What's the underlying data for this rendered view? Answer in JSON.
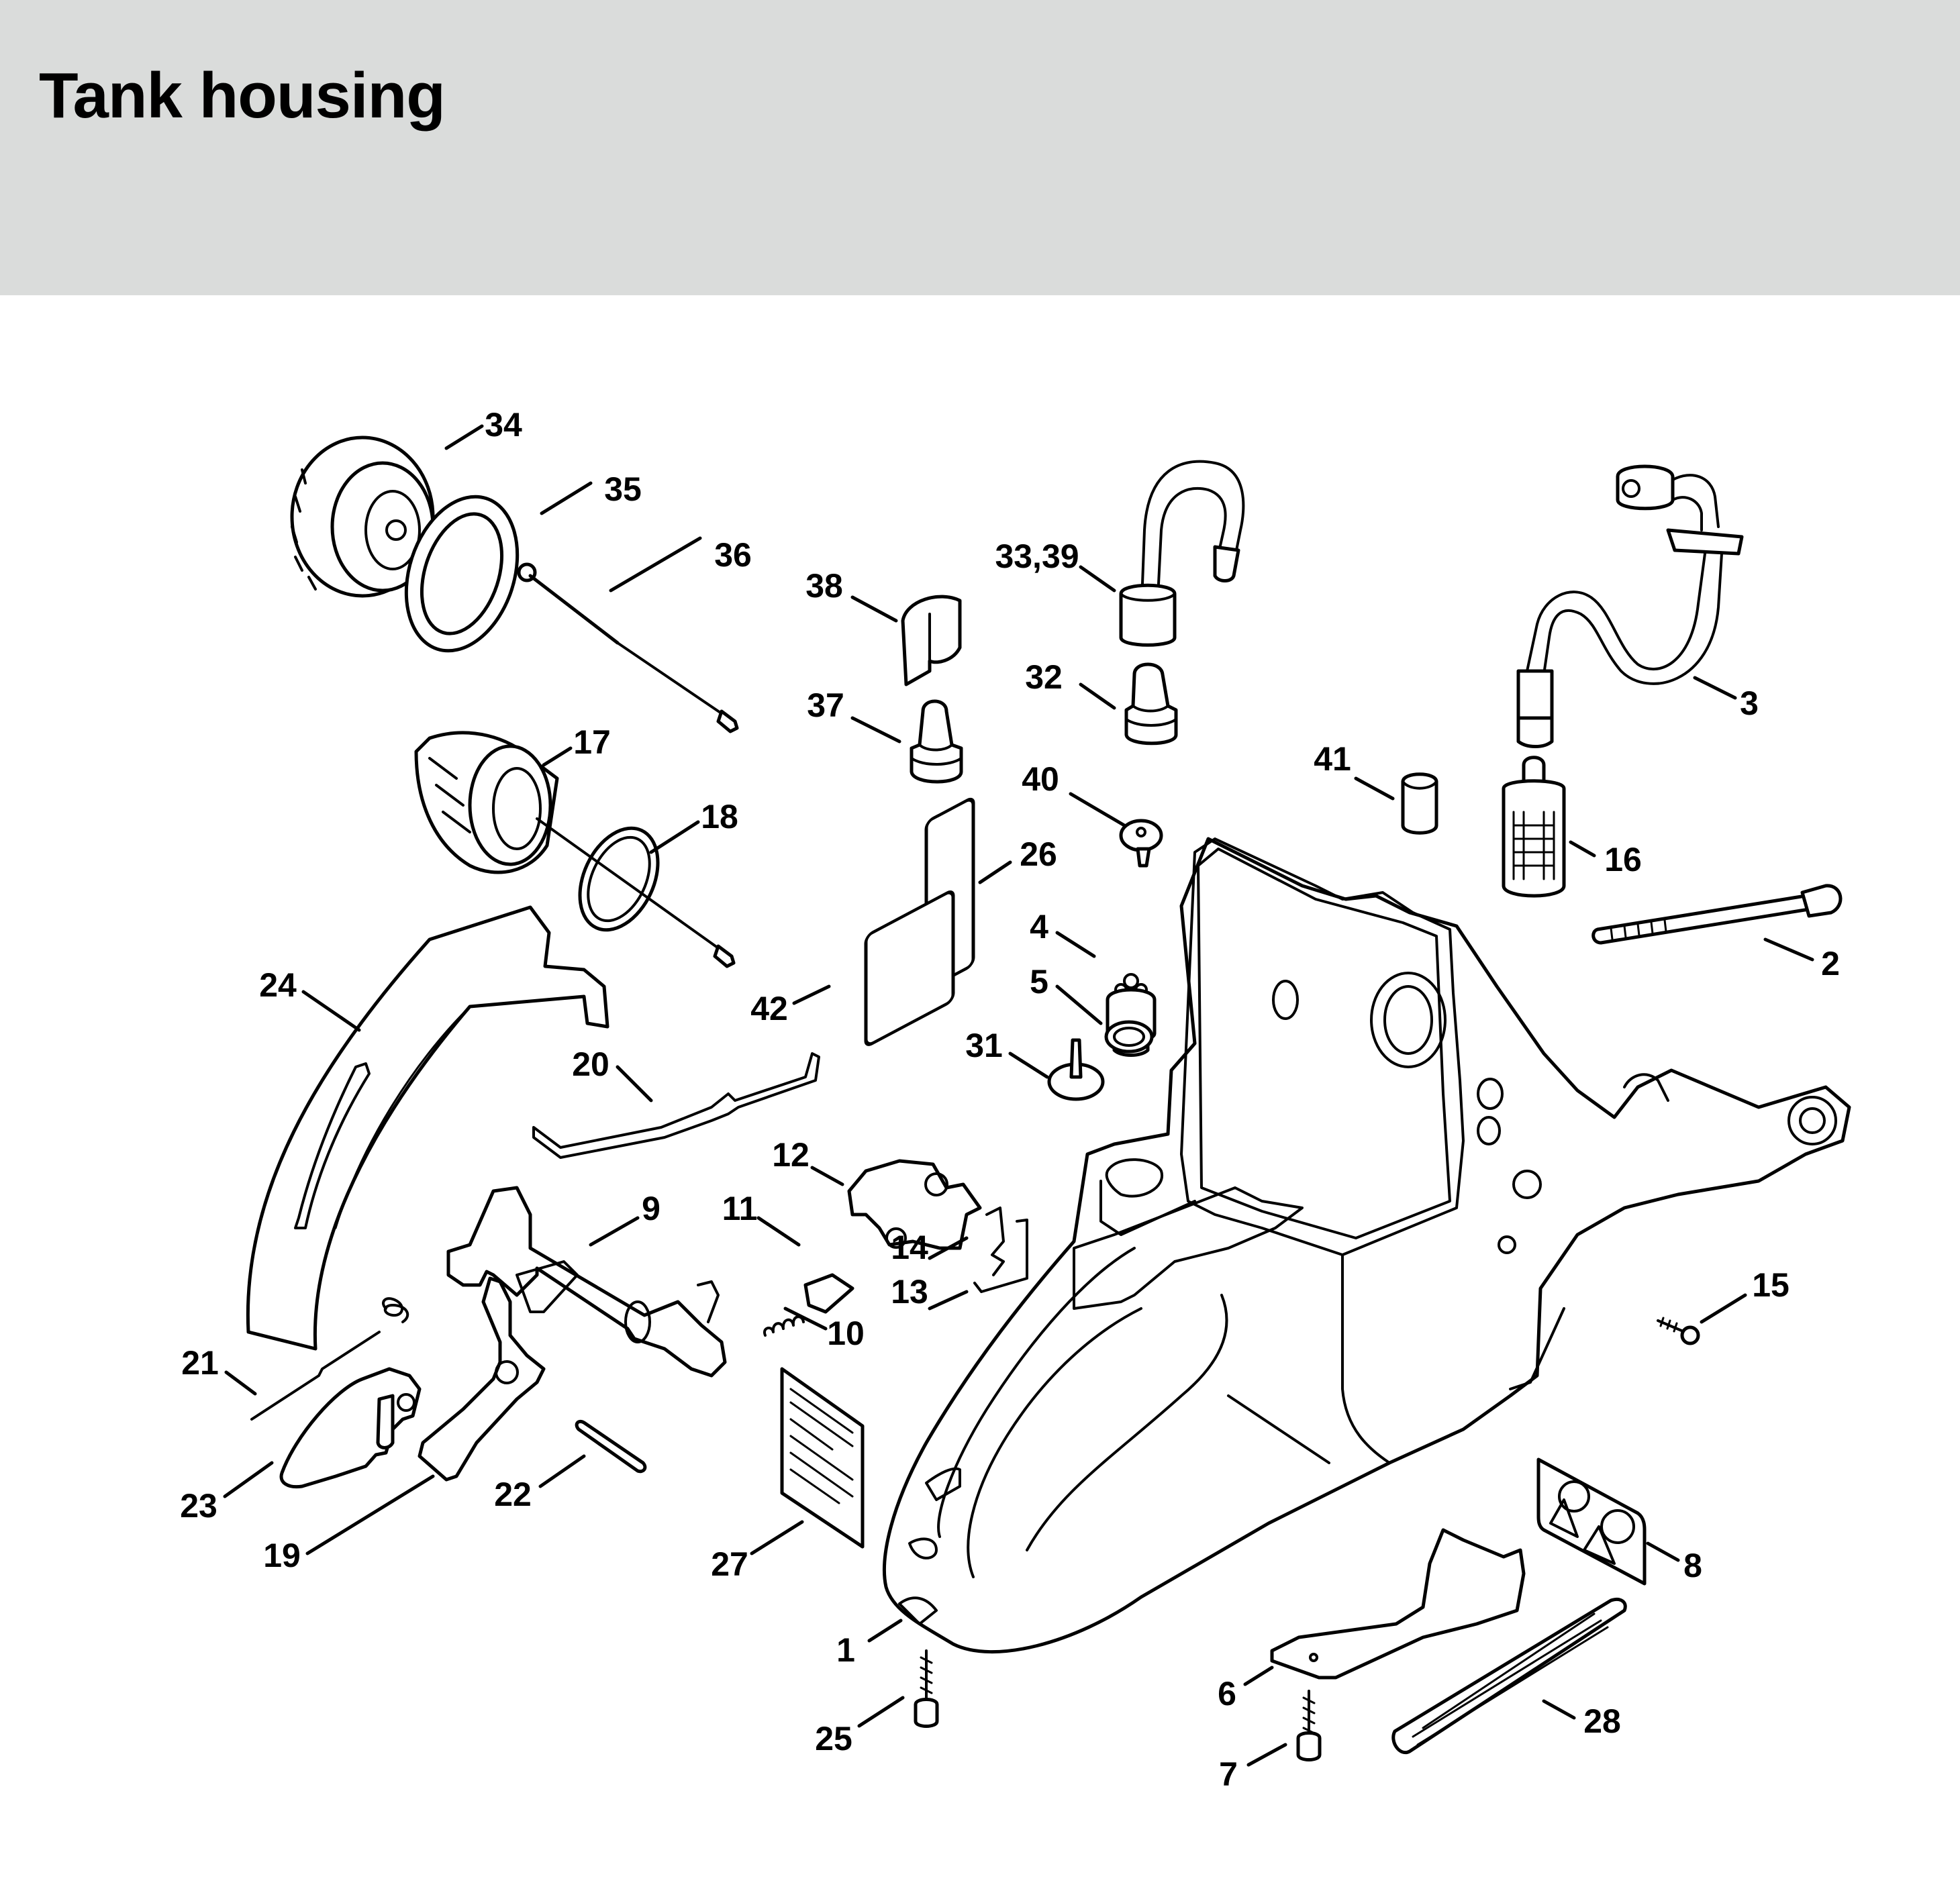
{
  "header": {
    "title": "Tank housing",
    "background_color": "#dadcdb"
  },
  "callouts": [
    {
      "part": "tank-housing",
      "label": "1"
    },
    {
      "part": "fuel-tank-bolt",
      "label": "2"
    },
    {
      "part": "fuel-hose",
      "label": "3"
    },
    {
      "part": "vent-valve",
      "label": "4"
    },
    {
      "part": "vent-o-ring",
      "label": "5"
    },
    {
      "part": "bottom-plate",
      "label": "6"
    },
    {
      "part": "bottom-plate-screw",
      "label": "7"
    },
    {
      "part": "warning-decal",
      "label": "8"
    },
    {
      "part": "throttle-shaft",
      "label": "9"
    },
    {
      "part": "compression-spring",
      "label": "10"
    },
    {
      "part": "slide",
      "label": "11"
    },
    {
      "part": "switch-shaft-bracket",
      "label": "12"
    },
    {
      "part": "wire-clip",
      "label": "13"
    },
    {
      "part": "contact-spring",
      "label": "14"
    },
    {
      "part": "side-screw",
      "label": "15"
    },
    {
      "part": "fuel-pickup-filter",
      "label": "16"
    },
    {
      "part": "filler-cap-large",
      "label": "17"
    },
    {
      "part": "filler-cap-o-ring",
      "label": "18"
    },
    {
      "part": "throttle-trigger",
      "label": "19"
    },
    {
      "part": "throttle-rod",
      "label": "20"
    },
    {
      "part": "torsion-spring",
      "label": "21"
    },
    {
      "part": "trigger-pin",
      "label": "22"
    },
    {
      "part": "trigger-interlock",
      "label": "23"
    },
    {
      "part": "handle-molding",
      "label": "24"
    },
    {
      "part": "housing-screw",
      "label": "25"
    },
    {
      "part": "label-plate-tall",
      "label": "26"
    },
    {
      "part": "instruction-label",
      "label": "27"
    },
    {
      "part": "skid-plate",
      "label": "28"
    },
    {
      "part": "plug-31",
      "label": "31"
    },
    {
      "part": "grommet-32",
      "label": "32"
    },
    {
      "part": "impulse-hose",
      "label": "33,39"
    },
    {
      "part": "filler-cap-knob",
      "label": "34"
    },
    {
      "part": "cap-seal-ring",
      "label": "35"
    },
    {
      "part": "cap-retaining-rod",
      "label": "36"
    },
    {
      "part": "grommet-37",
      "label": "37"
    },
    {
      "part": "sleeve-38",
      "label": "38"
    },
    {
      "part": "plug-40",
      "label": "40"
    },
    {
      "part": "sleeve-41",
      "label": "41"
    },
    {
      "part": "label-plate-square",
      "label": "42"
    }
  ]
}
